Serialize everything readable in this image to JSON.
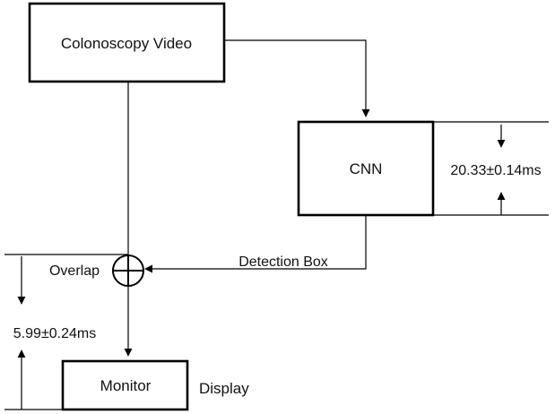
{
  "nodes": {
    "video": {
      "label": "Colonoscopy Video"
    },
    "cnn": {
      "label": "CNN"
    },
    "monitor": {
      "label": "Monitor"
    },
    "overlap": {
      "label": "Overlap"
    }
  },
  "labels": {
    "detection_box": "Detection Box",
    "display": "Display"
  },
  "timings": {
    "cnn": "20.33±0.14ms",
    "overlay": "5.99±0.24ms"
  },
  "colors": {
    "stroke": "#000000",
    "background": "#ffffff",
    "text": "#111111"
  }
}
